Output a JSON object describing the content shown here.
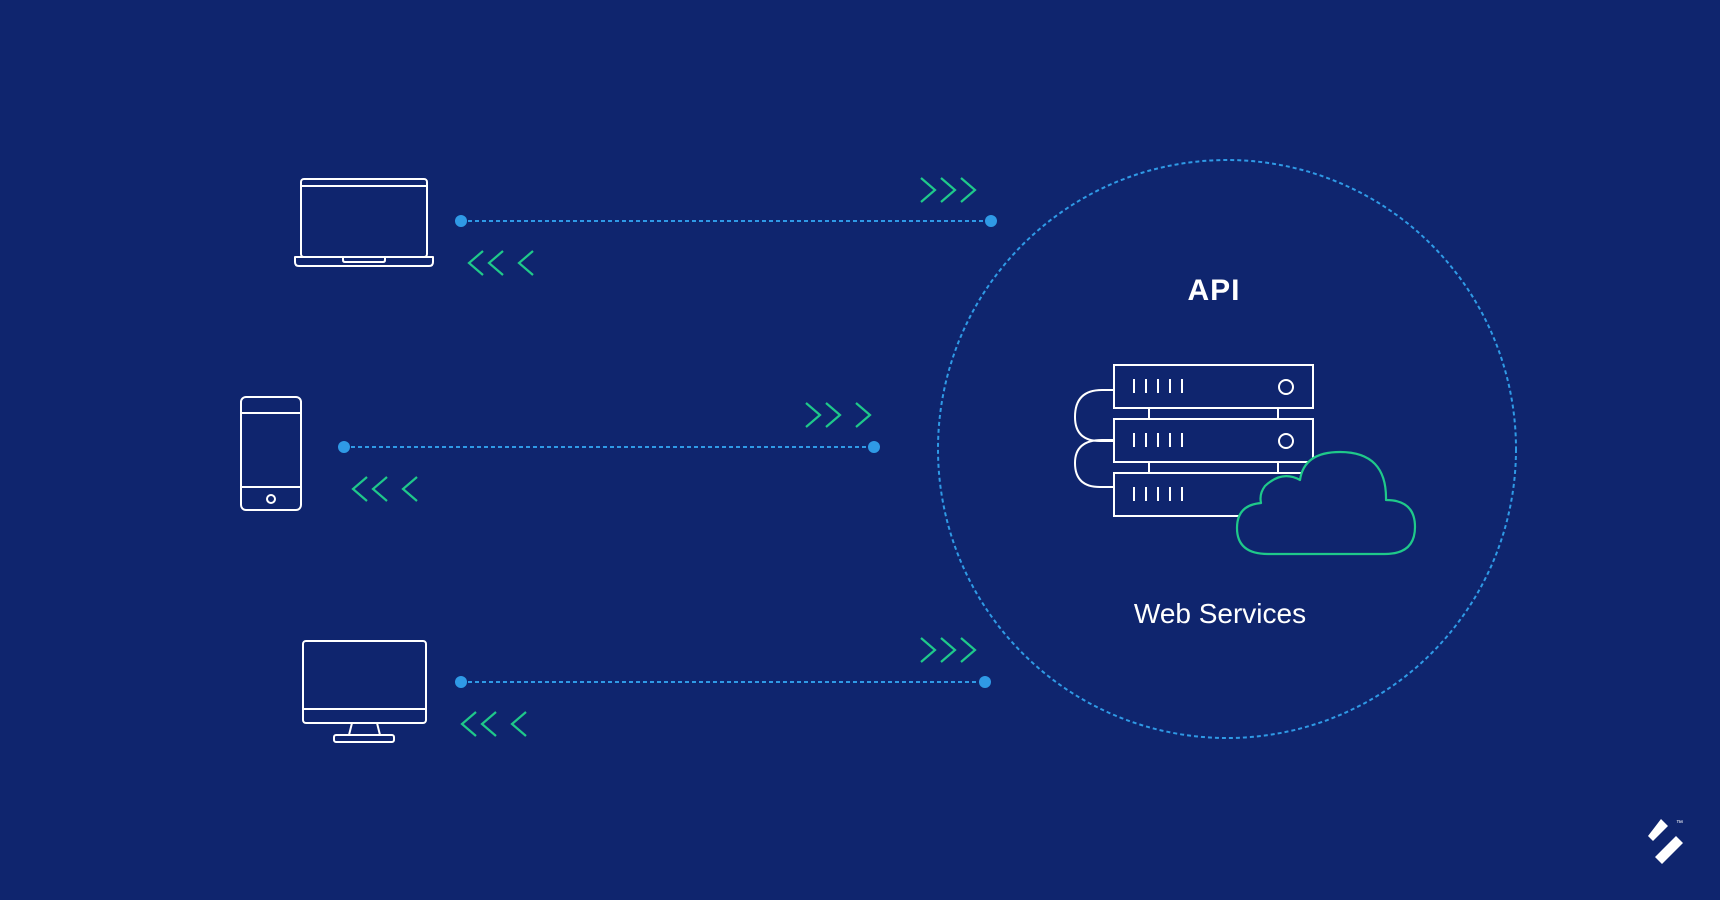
{
  "diagram": {
    "title": "API",
    "subtitle": "Web Services",
    "clients": [
      {
        "name": "laptop",
        "icon": "laptop-icon"
      },
      {
        "name": "mobile",
        "icon": "mobile-phone-icon"
      },
      {
        "name": "desktop",
        "icon": "desktop-monitor-icon"
      }
    ],
    "server_icon": "server-rack-icon",
    "cloud_icon": "cloud-icon"
  },
  "logo": {
    "icon": "toptal-logo-icon",
    "trademark": "™"
  },
  "colors": {
    "background": "#0f256e",
    "line": "#2f9ae6",
    "arrow": "#1fc98a",
    "icon_stroke": "#ffffff",
    "cloud_stroke": "#1fc98a"
  }
}
